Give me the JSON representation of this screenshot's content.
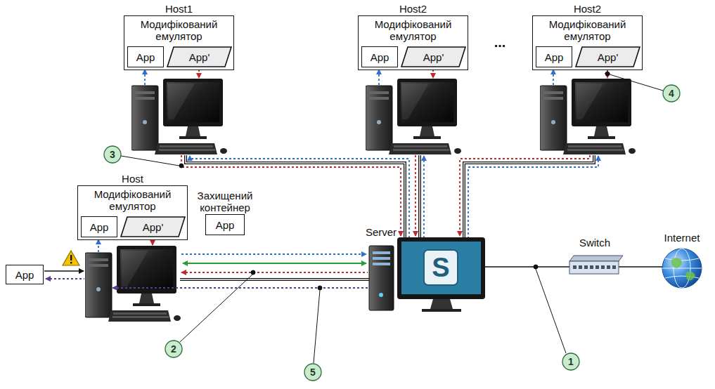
{
  "diagram": {
    "nodes": [
      {
        "text": [
          "Host1",
          "Модифікований емулятор"
        ]
      },
      {
        "text": [
          "App"
        ],
        "in": 0
      },
      {
        "text": [
          "App'"
        ],
        "in": 0
      },
      {
        "text": [
          "Host2",
          "Модифікований емулятор"
        ]
      },
      {
        "text": [
          "App"
        ],
        "in": 3
      },
      {
        "text": [
          "App'"
        ],
        "in": 3
      },
      {
        "text": [
          "Host2",
          "Модифікований емулятор"
        ]
      },
      {
        "text": [
          "App"
        ],
        "in": 6
      },
      {
        "text": [
          "App'"
        ],
        "in": 6
      },
      {
        "text": [
          "Host",
          "Модифікований емулятор"
        ]
      },
      {
        "text": [
          "App"
        ],
        "in": 9
      },
      {
        "text": [
          "App'"
        ],
        "in": 9
      },
      {
        "text": [
          "Захищений контейнер",
          "App"
        ]
      },
      {
        "text": [
          "App"
        ]
      }
    ],
    "edges": [
      {
        "from": 1,
        "to": 2,
        "arrow": "both"
      },
      {
        "from": 4,
        "to": 5,
        "arrow": "both"
      },
      {
        "from": 7,
        "to": 8,
        "arrow": "both"
      },
      {
        "from": 10,
        "to": 11,
        "arrow": "both"
      }
    ],
    "labels": [
      "Server",
      "S",
      "Switch",
      "Internet",
      "...",
      "1",
      "2",
      "3",
      "4",
      "5"
    ]
  }
}
